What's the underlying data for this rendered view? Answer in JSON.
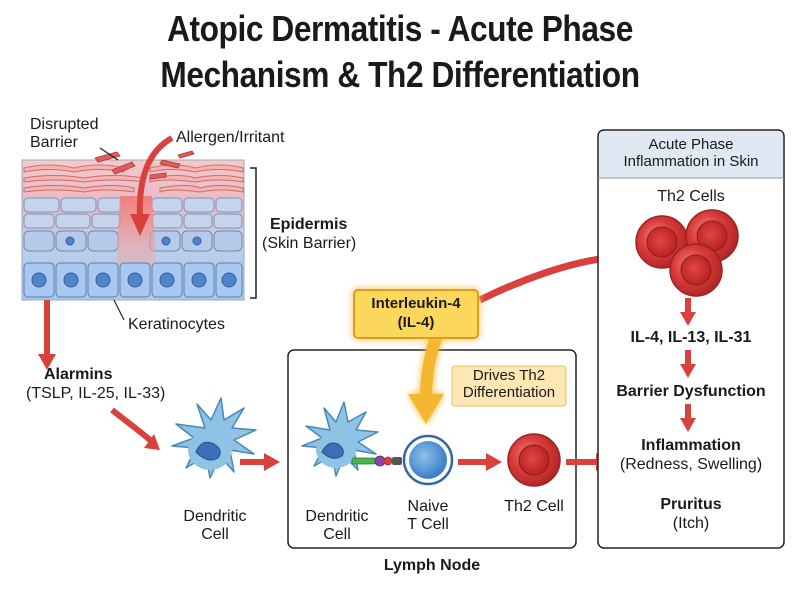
{
  "title_line1": "Atopic Dermatitis - Acute Phase",
  "title_line2": "Mechanism & Th2 Differentiation",
  "skin": {
    "disrupted_barrier": "Disrupted\nBarrier",
    "allergen": "Allergen/Irritant",
    "epidermis": "Epidermis",
    "skin_barrier": "(Skin Barrier)",
    "keratinocytes": "Keratinocytes"
  },
  "alarmins": {
    "title": "Alarmins",
    "list": "(TSLP, IL-25, IL-33)"
  },
  "dendritic_cell_left": "Dendritic\nCell",
  "lymph_node": {
    "label": "Lymph Node",
    "dendritic_cell": "Dendritic\nCell",
    "naive_t_cell": "Naive\nT Cell",
    "th2_cell": "Th2 Cell",
    "drives_label": "Drives Th2\nDifferentiation"
  },
  "il4": {
    "line1": "Interleukin-4",
    "line2": "(IL-4)"
  },
  "acute_panel": {
    "header": "Acute Phase\nInflammation in Skin",
    "th2_cells": "Th2 Cells",
    "cytokines": "IL-4, IL-13, IL-31",
    "barrier_dysfunction": "Barrier Dysfunction",
    "inflammation": "Inflammation",
    "inflammation_detail": "(Redness, Swelling)",
    "pruritus": "Pruritus",
    "pruritus_detail": "(Itch)"
  },
  "colors": {
    "arrow_red": "#d9413d",
    "cell_red": "#d93a3a",
    "cell_blue": "#4a8ed0",
    "dendritic_blue": "#8fc3e6",
    "il4_orange": "#f5b731",
    "il4_fill": "#fbd85c",
    "panel_header": "#dfe8f3"
  }
}
